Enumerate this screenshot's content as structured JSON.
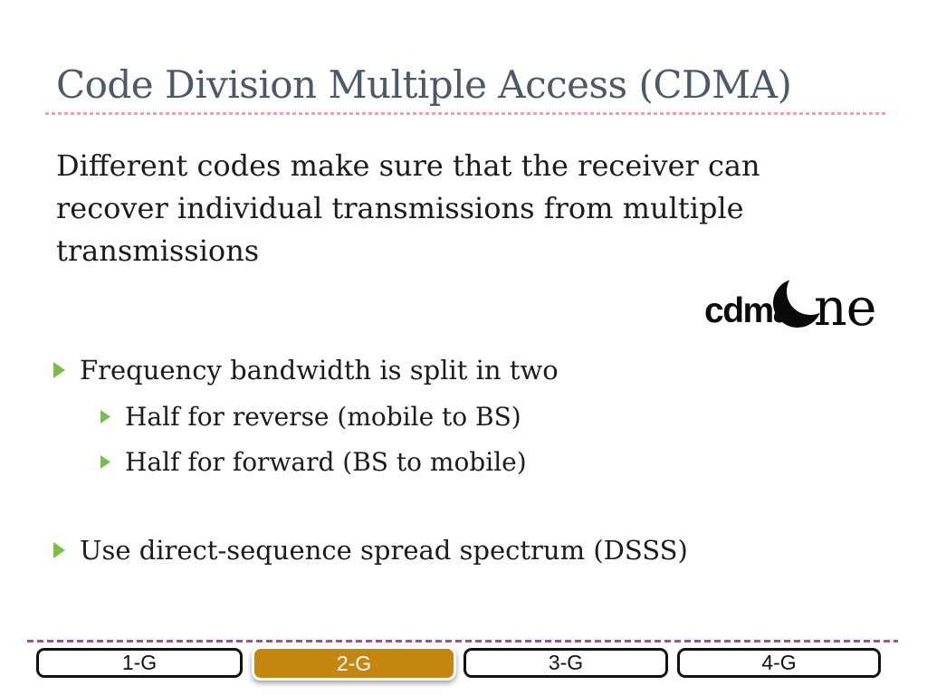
{
  "slide": {
    "title": "Code Division Multiple Access (CDMA)",
    "intro_lines": [
      "Different codes make sure that the receiver can",
      "recover individual transmissions from multiple",
      "transmissions"
    ],
    "logo": {
      "prefix": "cdma",
      "suffix": "ne"
    },
    "bullets": [
      {
        "level": 1,
        "text": "Frequency bandwidth is split in two"
      },
      {
        "level": 2,
        "text": "Half for reverse (mobile to BS)"
      },
      {
        "level": 2,
        "text": "Half for forward (BS to mobile)"
      },
      {
        "level": 1,
        "text": "Use direct-sequence spread spectrum (DSSS)"
      }
    ],
    "nav": {
      "tabs": [
        {
          "label": "1-G",
          "active": false
        },
        {
          "label": "2-G",
          "active": true
        },
        {
          "label": "3-G",
          "active": false
        },
        {
          "label": "4-G",
          "active": false
        }
      ]
    },
    "colors": {
      "title_text": "#4b596b",
      "body_text": "#1b1b1b",
      "bullet_arrow": "#77c043",
      "top_dotted_line": "#e2a4b8",
      "bottom_dashed_line": "#a94b9e",
      "active_tab_fill": "#c5860f",
      "active_tab_text": "#ffffff",
      "tab_border": "#111111",
      "logo_black": "#0a0a0a"
    }
  }
}
